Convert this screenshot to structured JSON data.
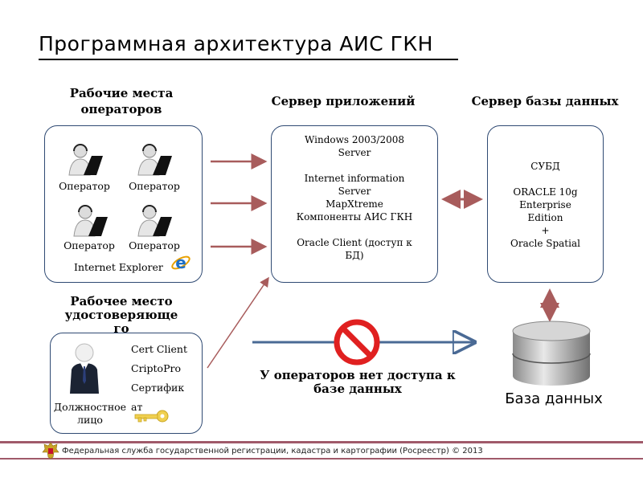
{
  "title": "Программная архитектура АИС ГКН",
  "operators": {
    "header_line1": "Рабочие места",
    "header_line2": "операторов",
    "labels": [
      "Оператор",
      "Оператор",
      "Оператор",
      "Оператор"
    ],
    "browser": "Internet Explorer"
  },
  "app_server": {
    "header": "Сервер приложений",
    "lines": [
      "Windows 2003/2008",
      "Server",
      "",
      "Internet information",
      "Server",
      "MapXtreme",
      "Компоненты АИС ГКН",
      "",
      "Oracle Client (доступ к",
      "БД)"
    ]
  },
  "db_server": {
    "header": "Сервер базы данных",
    "lines": [
      "СУБД",
      "",
      "ORACLE 10g",
      "Enterprise",
      "Edition",
      "+",
      "Oracle Spatial"
    ]
  },
  "certifier": {
    "header_line1": "Рабочее место",
    "header_line2": "удостоверяюще",
    "header_line3": "го",
    "items": [
      "Cert Client",
      "CriptoPro",
      "Сертифик",
      "ат"
    ],
    "person_line1": "Должностное",
    "person_line2": "лицо"
  },
  "no_access": {
    "line1": "У операторов нет доступа к",
    "line2": "базе данных"
  },
  "database_label": "База данных",
  "footer": "Федеральная служба государственной регистрации, кадастра и картографии (Росреестр) © 2013",
  "icons": {
    "operator": "operator-headset-icon",
    "browser": "internet-explorer-icon",
    "person": "official-person-icon",
    "key": "key-icon",
    "prohibited": "prohibited-icon",
    "database": "database-cylinder-icon",
    "emblem": "coat-of-arms-icon"
  },
  "colors": {
    "box_border": "#2f4a73",
    "arrow_red": "#a85c5c",
    "arrow_blue": "#4a6a95",
    "prohibited": "#e02020",
    "footer_band": "#a05a6a"
  }
}
